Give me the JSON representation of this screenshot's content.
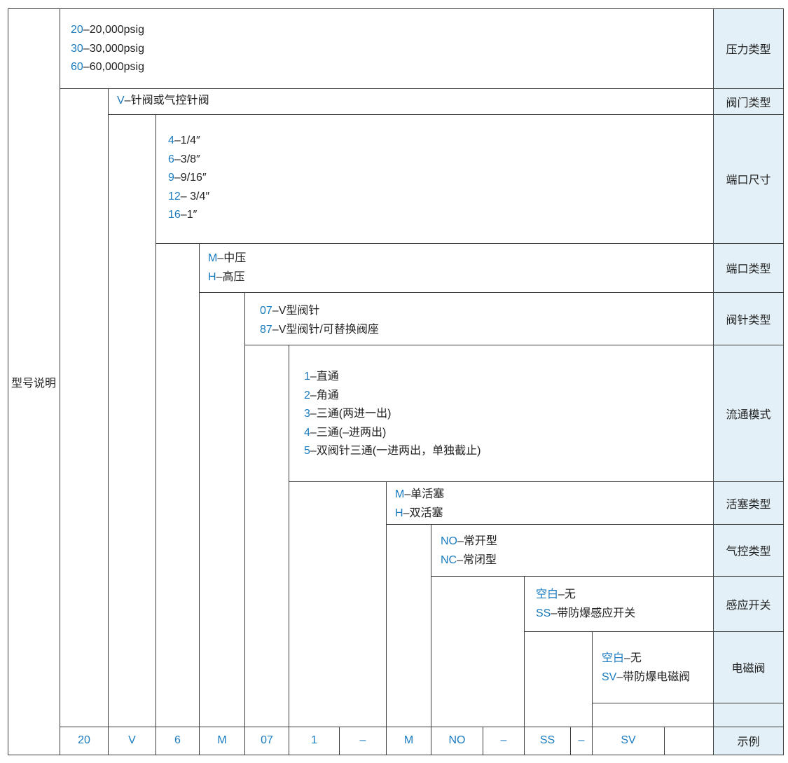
{
  "side_label": "型号说明",
  "rows": [
    {
      "label": "压力类型",
      "options": [
        {
          "code": "20",
          "text": "–20,000psig"
        },
        {
          "code": "30",
          "text": "–30,000psig"
        },
        {
          "code": "60",
          "text": "–60,000psig"
        }
      ]
    },
    {
      "label": "阀门类型",
      "options": [
        {
          "code": "V",
          "text": "–针阀或气控针阀"
        }
      ]
    },
    {
      "label": "端口尺寸",
      "options": [
        {
          "code": "4",
          "text": "–1/4″"
        },
        {
          "code": "6",
          "text": "–3/8″"
        },
        {
          "code": "9",
          "text": "–9/16″"
        },
        {
          "code": "12",
          "text": "– 3/4″"
        },
        {
          "code": "16",
          "text": "–1″"
        }
      ]
    },
    {
      "label": "端口类型",
      "options": [
        {
          "code": "M",
          "text": "–中压"
        },
        {
          "code": "H",
          "text": "–高压"
        }
      ]
    },
    {
      "label": "阀针类型",
      "options": [
        {
          "code": "07",
          "text": "–V型阀针"
        },
        {
          "code": "87",
          "text": "–V型阀针/可替换阀座"
        }
      ]
    },
    {
      "label": "流通模式",
      "options": [
        {
          "code": "1",
          "text": "–直通"
        },
        {
          "code": "2",
          "text": "–角通"
        },
        {
          "code": "3",
          "text": "–三通(两进一出)"
        },
        {
          "code": "4",
          "text": "–三通(–进两出)"
        },
        {
          "code": "5",
          "text": "–双阀针三通(一进两出，单独截止)"
        }
      ]
    },
    {
      "label": "活塞类型",
      "options": [
        {
          "code": "M",
          "text": "–单活塞"
        },
        {
          "code": "H",
          "text": "–双活塞"
        }
      ]
    },
    {
      "label": "气控类型",
      "options": [
        {
          "code": "NO",
          "text": "–常开型"
        },
        {
          "code": "NC",
          "text": "–常闭型"
        }
      ]
    },
    {
      "label": "感应开关",
      "options": [
        {
          "code": "空白",
          "text": "–无"
        },
        {
          "code": "SS",
          "text": "–带防爆感应开关"
        }
      ]
    },
    {
      "label": "电磁阀",
      "options": [
        {
          "code": "空白",
          "text": "–无"
        },
        {
          "code": "SV",
          "text": "–带防爆电磁阀"
        }
      ]
    }
  ],
  "example": {
    "label": "示例",
    "cells": [
      "20",
      "V",
      "6",
      "M",
      "07",
      "1",
      "–",
      "M",
      "NO",
      "–",
      "SS",
      "–",
      "SV",
      ""
    ]
  },
  "colors": {
    "code": "#1a7bbf",
    "label_shade": "#e3f0f7",
    "line": "#3c3c3c"
  }
}
